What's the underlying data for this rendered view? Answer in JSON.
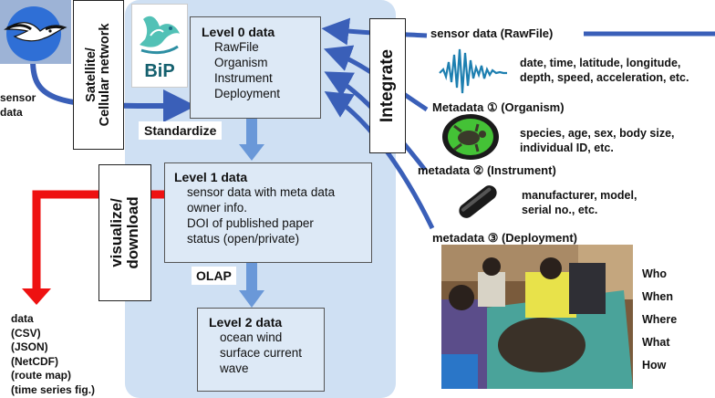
{
  "left": {
    "sensor_label": [
      "sensor",
      "data"
    ],
    "satellite_label": [
      "Satellite/",
      "Cellular network"
    ],
    "visualize_label": [
      "visualize/",
      "download"
    ],
    "output_lines": [
      "data",
      "(CSV)",
      "(JSON)",
      "(NetCDF)",
      "(route map)",
      "(time series fig.)"
    ]
  },
  "logo": {
    "text": "BiP"
  },
  "level0": {
    "title": "Level 0 data",
    "items": [
      "RawFile",
      "Organism",
      "Instrument",
      "Deployment"
    ]
  },
  "standardize_label": "Standardize",
  "level1": {
    "title": "Level 1 data",
    "items": [
      "sensor data with meta data",
      "owner info.",
      "DOI of published paper",
      "status (open/private)"
    ]
  },
  "olap_label": "OLAP",
  "level2": {
    "title": "Level 2 data",
    "items": [
      "ocean wind",
      "surface current",
      "wave"
    ]
  },
  "integrate_label": "Integrate",
  "right": {
    "sensor_label": "sensor data (RawFile)",
    "sensor_desc": [
      "date, time, latitude, longitude,",
      "depth, speed, acceleration, etc."
    ],
    "meta1_label": "Metadata ① (Organism)",
    "meta1_desc": [
      "species, age, sex, body size,",
      "individual ID, etc."
    ],
    "meta2_label": "metadata ② (Instrument)",
    "meta2_desc": [
      "manufacturer, model,",
      "serial no., etc."
    ],
    "meta3_label": "metadata ③ (Deployment)",
    "questions": [
      "Who",
      "When",
      "Where",
      "What",
      "How"
    ]
  },
  "colors": {
    "panel": "#cfe0f3",
    "blue_arrow": "#3a5fb8",
    "red_arrow": "#ee1111",
    "down_arrow": "#6a98d8"
  }
}
